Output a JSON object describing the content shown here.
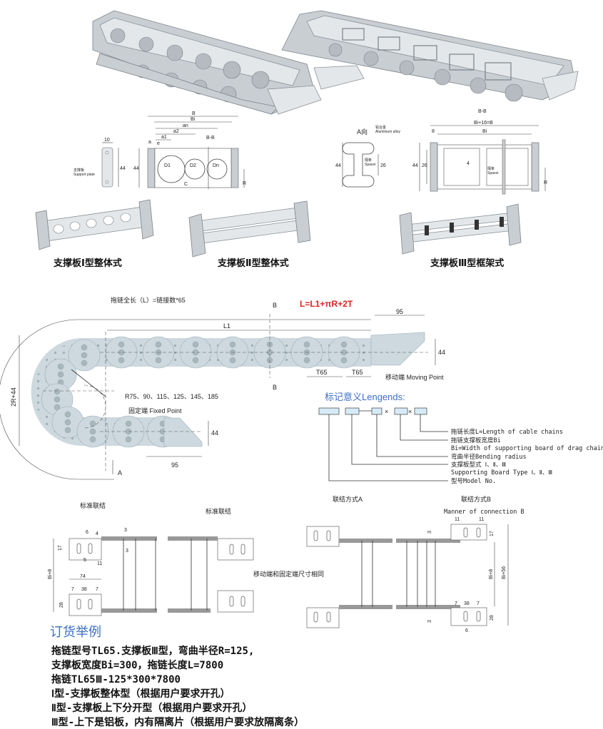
{
  "top_drawings": {
    "type1": {
      "B": "B",
      "Bi": "Bi",
      "an": "an",
      "a2": "a2",
      "a1": "a1",
      "section": "B-B",
      "w10": "10",
      "h44": "44",
      "h44b": "44",
      "D1": "D1",
      "D2": "D2",
      "Dn": "Dn",
      "C": "C",
      "R": "R",
      "a": "a",
      "e": "e",
      "plate_cn": "支撑板",
      "plate_en": "Support plate"
    },
    "aview": {
      "label": "A向",
      "alloy_cn": "铝合金",
      "alloy_en": "Aluminium alloy",
      "spacer_cn": "隔条",
      "spacer_en": "Spacer",
      "h44": "44",
      "h26": "26"
    },
    "type3": {
      "section": "B-B",
      "total": "Bi+16=B",
      "Bi": "Bi",
      "w8": "8",
      "h44": "44",
      "h26": "26",
      "w4": "4",
      "spacer_cn": "隔条",
      "spacer_en": "Spacer",
      "R": "R"
    }
  },
  "captions": [
    "支撑板Ⅰ型整体式",
    "支撑板Ⅱ型整体式",
    "支撑板Ⅲ型框架式"
  ],
  "chain": {
    "total_length": "拖链全长（L）=链接数*65",
    "formula": "L=L1+πR+2T",
    "formula_color": "#e02020",
    "B_top": "B",
    "B_bottom": "B",
    "L1": "L1",
    "dim95_top": "95",
    "dim44_top": "44",
    "T1": "T65",
    "T2": "T65",
    "moving": "移动端 Moving Point",
    "radii": "R75、90、115、125、145、185",
    "fixed": "固定端 Fixed Point",
    "height": "2R+44",
    "dim44_bottom": "44",
    "dim95_bottom": "95",
    "A": "A"
  },
  "legend": {
    "title": "标记意义Lengends:",
    "title_color": "#3a6fc4",
    "sep_x1": "×",
    "sep_x2": "×",
    "items": [
      "拖链长度L=Length of cable chains",
      "拖链支撑板宽度Bi",
      "Bi=Width of supporting board of drag chain",
      "弯曲半径Bending radius",
      "支撑板型式 Ⅰ、Ⅱ、Ⅲ",
      "Supporting Board Type  Ⅰ、Ⅱ、Ⅲ",
      "型号Model No."
    ]
  },
  "connections": {
    "std1": "标准联结",
    "std2": "标准联结",
    "a_title": "联结方式A",
    "b_title": "联结方式B",
    "b_en": "Manner of connection B",
    "same": "移动端和固定端尺寸相同",
    "d6": "6",
    "d4": "4",
    "d17": "17",
    "d5": "5",
    "d11": "11",
    "d3a": "3",
    "d3b": "3",
    "bi8": "Bi+8",
    "d74": "74",
    "d7a": "7",
    "d38": "38",
    "d7b": "7",
    "d28": "28",
    "b11a": "11",
    "b11b": "11",
    "b17": "17",
    "b3a": "3",
    "b3b": "3",
    "bbi8": "Bi+8",
    "bbi56": "Bi+56",
    "b7a": "7",
    "b38": "38",
    "b7b": "7",
    "b28": "28",
    "b6": "6"
  },
  "order": {
    "title": "订货举例",
    "title_color": "#3a6fc4",
    "lines": [
      "拖链型号TL65.支撑板Ⅲ型，弯曲半径R=125,",
      "支撑板宽度Bi=300，拖链长度L=7800",
      "拖链TL65Ⅲ-125*300*7800",
      "Ⅰ型-支撑板整体型（根据用户要求开孔）",
      "Ⅱ型-支撑板上下分开型（根据用户要求开孔）",
      "Ⅲ型-上下是铝板，内有隔离片（根据用户要求放隔离条）"
    ]
  }
}
